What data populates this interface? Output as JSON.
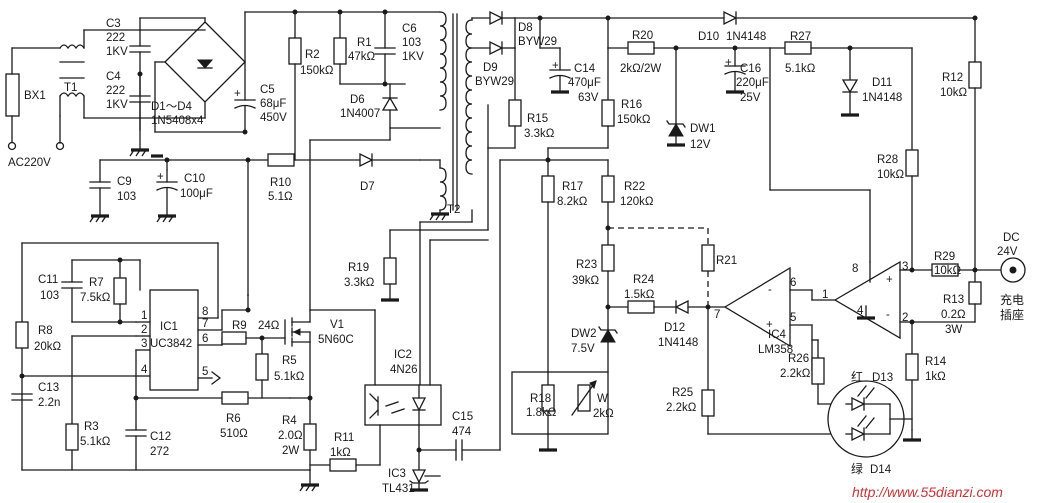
{
  "labels": {
    "bx1": "BX1",
    "t1": "T1",
    "ac": "AC220V",
    "c3": [
      "C3",
      "222",
      "1KV"
    ],
    "c4": [
      "C4",
      "222",
      "1KV"
    ],
    "bridge": [
      "D1～D4",
      "1N5408x4"
    ],
    "c5": [
      "C5",
      "68μF",
      "450V"
    ],
    "r2": [
      "R2",
      "150kΩ"
    ],
    "r1": [
      "R1",
      "47kΩ"
    ],
    "c6": [
      "C6",
      "103",
      "1KV"
    ],
    "d6": [
      "D6",
      "1N4007"
    ],
    "c9": [
      "C9",
      "103"
    ],
    "c10": [
      "C10",
      "100μF"
    ],
    "r10": [
      "R10",
      "5.1Ω"
    ],
    "d7": "D7",
    "t2": "T2",
    "d8": [
      "D8",
      "BYW29"
    ],
    "d9": [
      "D9",
      "BYW29"
    ],
    "c14": [
      "C14",
      "470μF",
      "63V"
    ],
    "r15": [
      "R15",
      "3.3kΩ"
    ],
    "r20": [
      "R20",
      "2kΩ/2W"
    ],
    "d10": [
      "D10",
      "1N4148"
    ],
    "c16": [
      "C16",
      "220μF",
      "25V"
    ],
    "r27": [
      "R27",
      "5.1kΩ"
    ],
    "d11": [
      "D11",
      "1N4148"
    ],
    "r12": [
      "R12",
      "10kΩ"
    ],
    "r16": [
      "R16",
      "150kΩ"
    ],
    "dw1": [
      "DW1",
      "12V"
    ],
    "r28": [
      "R28",
      "10kΩ"
    ],
    "r17": [
      "R17",
      "8.2kΩ"
    ],
    "r22": [
      "R22",
      "120kΩ"
    ],
    "r21": "R21",
    "r23": [
      "R23",
      "39kΩ"
    ],
    "r24": [
      "R24",
      "1.5kΩ"
    ],
    "dw2": [
      "DW2",
      "7.5V"
    ],
    "d12": [
      "D12",
      "1N4148"
    ],
    "ic4": [
      "IC4",
      "LM358"
    ],
    "r29": [
      "R29",
      "10kΩ"
    ],
    "dc": [
      "DC",
      "24V"
    ],
    "r13": [
      "R13",
      "0.2Ω",
      "3W"
    ],
    "jack": [
      "充电",
      "插座"
    ],
    "r14": [
      "R14",
      "1kΩ"
    ],
    "r26": [
      "R26",
      "2.2kΩ"
    ],
    "r25": [
      "R25",
      "2.2kΩ"
    ],
    "led_red": "红",
    "d13": "D13",
    "led_green": "绿",
    "d14": "D14",
    "r18": [
      "R18",
      "1.8kΩ"
    ],
    "w": [
      "W",
      "2kΩ"
    ],
    "r19": [
      "R19",
      "3.3kΩ"
    ],
    "ic2": [
      "IC2",
      "4N26"
    ],
    "c15": [
      "C15",
      "474"
    ],
    "ic3": [
      "IC3",
      "TL431"
    ],
    "r11": [
      "R11",
      "1kΩ"
    ],
    "r4": [
      "R4",
      "2.0Ω",
      "2W"
    ],
    "r6": [
      "R6",
      "510Ω"
    ],
    "r5": [
      "R5",
      "5.1kΩ"
    ],
    "r9": "R9",
    "r9val": "24Ω",
    "v1": [
      "V1",
      "5N60C"
    ],
    "ic1": [
      "IC1",
      "UC3842"
    ],
    "c11": [
      "C11",
      "103"
    ],
    "r7": [
      "R7",
      "7.5kΩ"
    ],
    "r8": [
      "R8",
      "20kΩ"
    ],
    "c13": [
      "C13",
      "2.2n"
    ],
    "r3": [
      "R3",
      "5.1kΩ"
    ],
    "c12": [
      "C12",
      "272"
    ],
    "ic1_pins": [
      "8",
      "7",
      "6",
      "5",
      "4",
      "3",
      "2",
      "1"
    ],
    "ic4_pins": [
      "6",
      "5",
      "7",
      "8",
      "3",
      "2",
      "1",
      "4"
    ],
    "plus": "+",
    "minus": "-",
    "watermark": "http://www.55dianzi.com"
  },
  "colors": {
    "line": "#1a1a1a",
    "background": "#ffffff",
    "watermark": "#cc3333"
  }
}
